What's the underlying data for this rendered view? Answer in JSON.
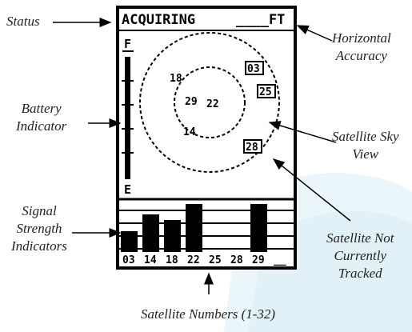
{
  "screen": {
    "status_text": "ACQUIRING",
    "accuracy_text": "____FT",
    "battery_full_label": "F",
    "battery_empty_label": "E",
    "sky_satellites": [
      {
        "id": "03",
        "tracked": false
      },
      {
        "id": "25",
        "tracked": false
      },
      {
        "id": "18",
        "tracked": true
      },
      {
        "id": "29",
        "tracked": true
      },
      {
        "id": "22",
        "tracked": true
      },
      {
        "id": "14",
        "tracked": true
      },
      {
        "id": "28",
        "tracked": false
      }
    ],
    "signal_bars": [
      {
        "sat": "03",
        "level": 0.42
      },
      {
        "sat": "14",
        "level": 0.75
      },
      {
        "sat": "18",
        "level": 0.65
      },
      {
        "sat": "22",
        "level": 0.97
      },
      {
        "sat": "25",
        "level": 0.0
      },
      {
        "sat": "28",
        "level": 0.0
      },
      {
        "sat": "29",
        "level": 0.97
      },
      {
        "sat": "__",
        "level": 0.0
      }
    ]
  },
  "callouts": {
    "status": "Status",
    "horizontal_accuracy": [
      "Horizontal",
      "Accuracy"
    ],
    "battery_indicator": [
      "Battery",
      "Indicator"
    ],
    "satellite_sky_view": [
      "Satellite Sky",
      "View"
    ],
    "signal_strength": [
      "Signal",
      "Strength",
      "Indicators"
    ],
    "not_tracked": [
      "Satellite Not",
      "Currently",
      "Tracked"
    ],
    "satellite_numbers": "Satellite Numbers (1-32)"
  }
}
